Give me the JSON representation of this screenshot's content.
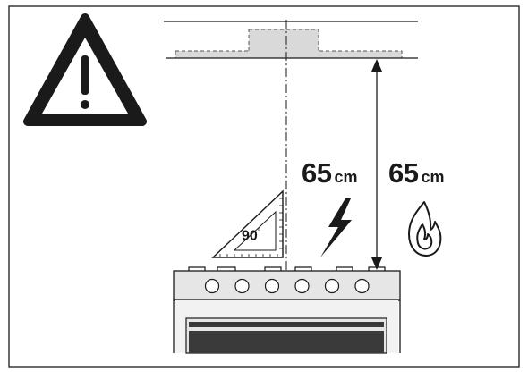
{
  "labels": {
    "electric_distance_value": "65",
    "electric_distance_unit": "cm",
    "gas_distance_value": "65",
    "gas_distance_unit": "cm",
    "angle_value": "90",
    "angle_unit": "°"
  },
  "icons": {
    "warning": "warning-triangle-icon",
    "electric": "lightning-bolt-icon",
    "gas": "flame-icon",
    "square": "set-square-icon"
  },
  "colors": {
    "line": "#1a1a1a",
    "hood_fill": "#d9d9d9",
    "cooker_fill": "#e6e6e6",
    "oven_window": "#3a3a3a"
  },
  "cooker": {
    "knob_count": 6
  }
}
